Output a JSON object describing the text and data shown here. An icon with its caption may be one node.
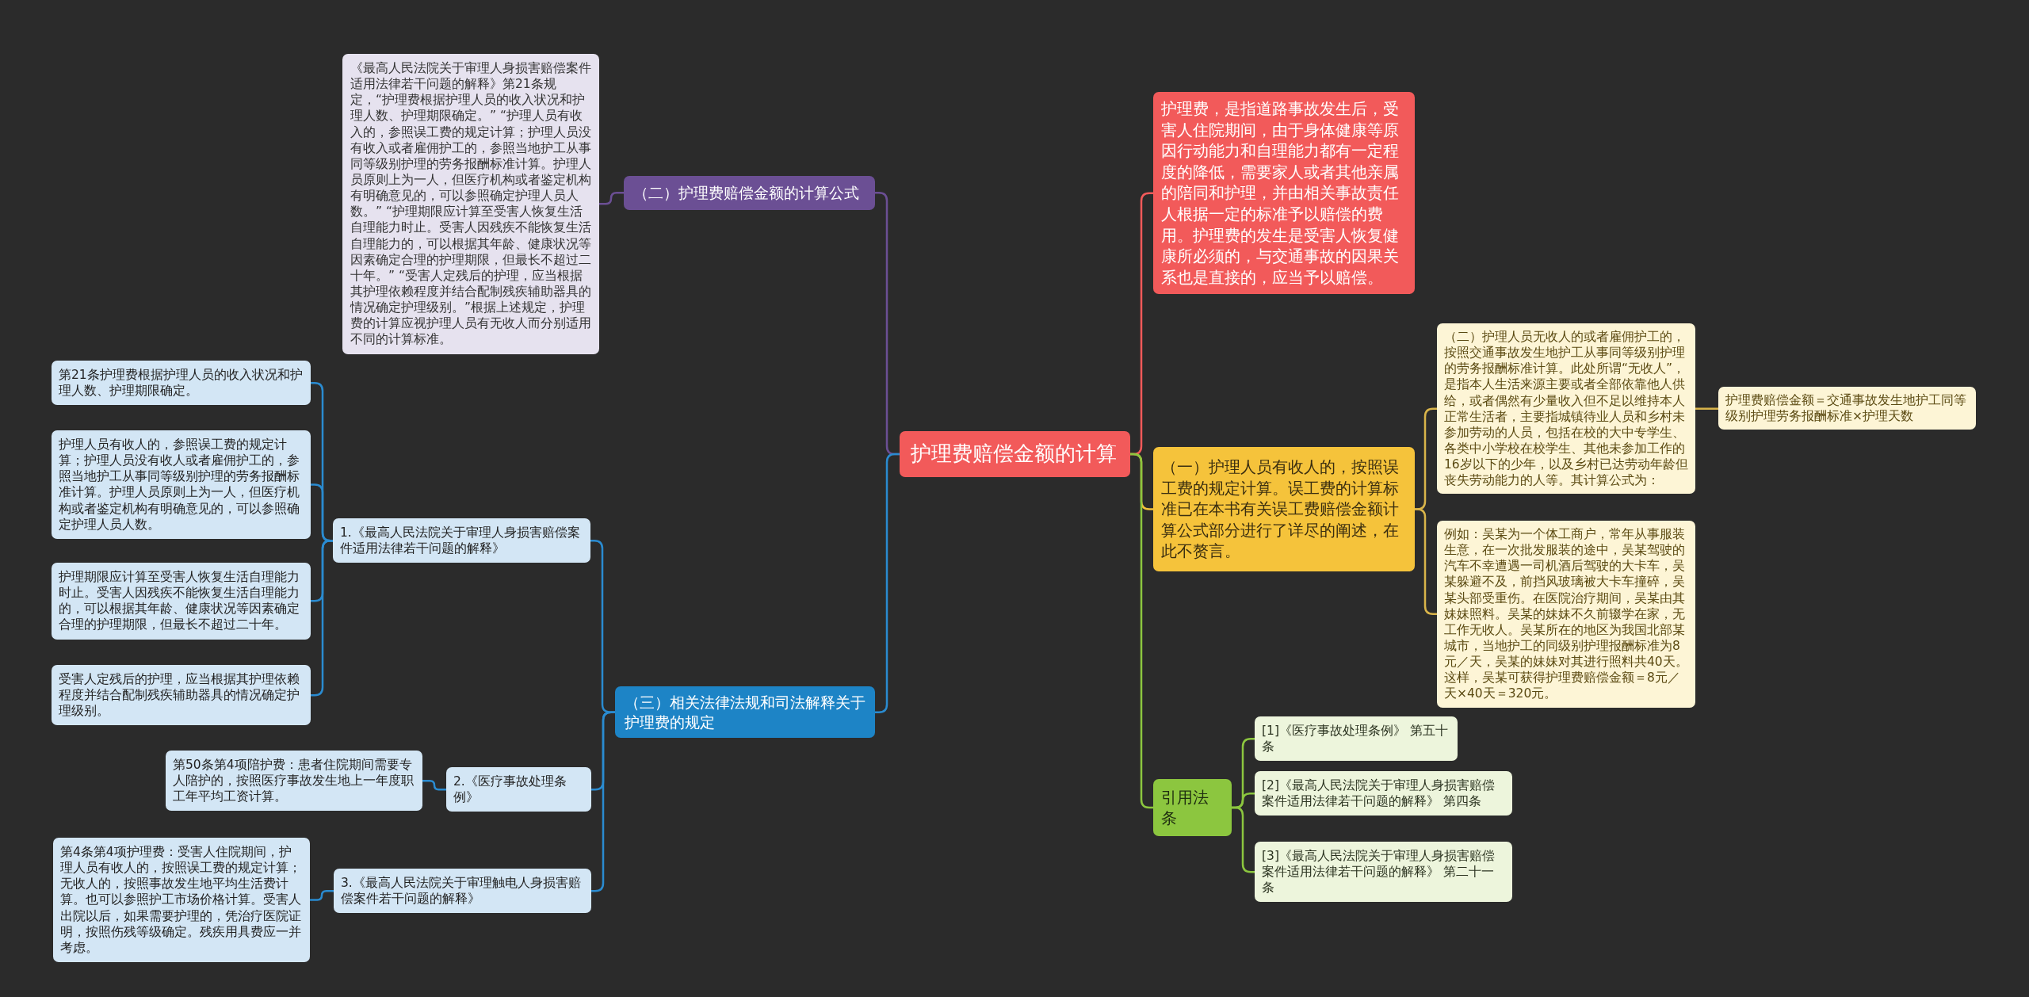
{
  "diagram": {
    "nodes": [
      {
        "text": [
          "护理费赔偿金额的计算"
        ]
      },
      {
        "text": [
          "（二）护理费赔偿金额的计算公式"
        ]
      },
      {
        "text": [
          "《最高人民法院关于审理人身损害赔偿案件适用法律若干问题的解释》第21条规定，“护理费根据护理人员的收入状况和护理人数、护理期限确定。” “护理人员有收入的，参照误工费的规定计算；护理人员没有收入或者雇佣护工的，参照当地护工从事同等级别护理的劳务报酬标准计算。护理人员原则上为一人，但医疗机构或者鉴定机构有明确意见的，可以参照确定护理人员人数。” “护理期限应计算至受害人恢复生活自理能力时止。受害人因残疾不能恢复生活自理能力的，可以根据其年龄、健康状况等因素确定合理的护理期限，但最长不超过二十年。” “受害人定残后的护理，应当根据其护理依赖程度并结合配制残疾辅助器具的情况确定护理级别。”根据上述规定，护理费的计算应视护理人员有无收人而分别适用不同的计算标准。"
        ]
      },
      {
        "text": [
          "（三）相关法律法规和司法解释关于护理费的规定"
        ]
      },
      {
        "text": [
          "1.《最高人民法院关于审理人身损害赔偿案件适用法律若干问题的解释》"
        ]
      },
      {
        "text": [
          "第21条护理费根据护理人员的收入状况和护理人数、护理期限确定。"
        ]
      },
      {
        "text": [
          "护理人员有收人的，参照误工费的规定计算；护理人员没有收人或者雇佣护工的，参照当地护工从事同等级别护理的劳务报酬标准计算。护理人员原则上为一人，但医疗机构或者鉴定机构有明确意见的，可以参照确定护理人员人数。"
        ]
      },
      {
        "text": [
          "护理期限应计算至受害人恢复生活自理能力时止。受害人因残疾不能恢复生活自理能力的，可以根据其年龄、健康状况等因素确定合理的护理期限，但最长不超过二十年。"
        ]
      },
      {
        "text": [
          "受害人定残后的护理，应当根据其护理依赖程度并结合配制残疾辅助器具的情况确定护理级别。"
        ]
      },
      {
        "text": [
          "2.《医疗事故处理条例》"
        ]
      },
      {
        "text": [
          "第50条第4项陪护费：患者住院期间需要专人陪护的，按照医疗事故发生地上一年度职工年平均工资计算。"
        ]
      },
      {
        "text": [
          "3.《最高人民法院关于审理触电人身损害赔偿案件若干问题的解释》"
        ]
      },
      {
        "text": [
          "第4条第4项护理费：受害人住院期间，护理人员有收人的，按照误工费的规定计算；无收人的，按照事故发生地平均生活费计算。也可以参照护工市场价格计算。受害人出院以后，如果需要护理的，凭治疗医院证明，按照伤残等级确定。残疾用具费应一并考虑。"
        ]
      },
      {
        "text": [
          "护理费，是指道路事故发生后，受害人住院期间，由于身体健康等原因行动能力和自理能力都有一定程度的降低，需要家人或者其他亲属的陪同和护理，并由相关事故责任人根据一定的标准予以赔偿的费用。护理费的发生是受害人恢复健康所必须的，与交通事故的因果关系也是直接的，应当予以赔偿。"
        ]
      },
      {
        "text": [
          "（一）护理人员有收人的，按照误工费的规定计算。误工费的计算标准已在本书有关误工费赔偿金额计算公式部分进行了详尽的阐述，在此不赘言。"
        ]
      },
      {
        "text": [
          "（二）护理人员无收人的或者雇佣护工的，按照交通事故发生地护工从事同等级别护理的劳务报酬标准计算。此处所谓“无收人”，是指本人生活来源主要或者全部依靠他人供给，或者偶然有少量收入但不足以维持本人正常生活者，主要指城镇待业人员和乡村未参加劳动的人员，包括在校的大中专学生、各类中小学校在校学生、其他未参加工作的16岁以下的少年，以及乡村已达劳动年龄但丧失劳动能力的人等。其计算公式为："
        ]
      },
      {
        "text": [
          "护理费赔偿金额＝交通事故发生地护工同等级别护理劳务报酬标准×护理天数"
        ]
      },
      {
        "text": [
          "例如：吴某为一个体工商户，常年从事服装生意，在一次批发服装的途中，吴某驾驶的汽车不幸遭遇一司机酒后驾驶的大卡车，吴某躲避不及，前挡风玻璃被大卡车撞碎，吴某头部受重伤。在医院治疗期间，吴某由其妹妹照料。吴某的妹妹不久前辍学在家，无工作无收人。吴某所在的地区为我国北部某城市，当地护工的同级别护理报酬标准为8元／天，吴某的妹妹对其进行照料共40天。这样，吴某可获得护理费赔偿金额＝8元／天×40天＝320元。"
        ]
      },
      {
        "text": [
          "引用法条"
        ]
      },
      {
        "text": [
          "[1]《医疗事故处理条例》 第五十条"
        ]
      },
      {
        "text": [
          "[2]《最高人民法院关于审理人身损害赔偿案件适用法律若干问题的解释》 第四条"
        ]
      },
      {
        "text": [
          "[3]《最高人民法院关于审理人身损害赔偿案件适用法律若干问题的解释》 第二十一条"
        ]
      }
    ],
    "edges": [
      {
        "from": 0,
        "to": 1,
        "arrow": "none",
        "color": "#6b4f94"
      },
      {
        "from": 1,
        "to": 2,
        "arrow": "none",
        "color": "#6b4f94"
      },
      {
        "from": 0,
        "to": 3,
        "arrow": "none"
      },
      {
        "from": 3,
        "to": 4,
        "arrow": "none"
      },
      {
        "from": 4,
        "to": 5,
        "arrow": "none"
      },
      {
        "from": 4,
        "to": 6,
        "arrow": "none"
      },
      {
        "from": 4,
        "to": 7,
        "arrow": "none"
      },
      {
        "from": 4,
        "to": 8,
        "arrow": "none"
      },
      {
        "from": 3,
        "to": 9,
        "arrow": "none"
      },
      {
        "from": 9,
        "to": 10,
        "arrow": "none"
      },
      {
        "from": 3,
        "to": 11,
        "arrow": "none"
      },
      {
        "from": 11,
        "to": 12,
        "arrow": "none"
      },
      {
        "from": 0,
        "to": 13,
        "arrow": "none",
        "color": "#f25a5a"
      },
      {
        "from": 0,
        "to": 14,
        "arrow": "none",
        "color": "#f5c33b"
      },
      {
        "from": 14,
        "to": 15,
        "arrow": "none",
        "color": "#d9b44a"
      },
      {
        "from": 15,
        "to": 16,
        "arrow": "none",
        "color": "#d9b44a"
      },
      {
        "from": 14,
        "to": 17,
        "arrow": "none",
        "color": "#d9b44a"
      },
      {
        "from": 0,
        "to": 18,
        "arrow": "none",
        "color": "#8cc63f"
      },
      {
        "from": 18,
        "to": 19,
        "arrow": "none",
        "color": "#8cc63f"
      },
      {
        "from": 18,
        "to": 20,
        "arrow": "none",
        "color": "#8cc63f"
      },
      {
        "from": 18,
        "to": 21,
        "arrow": "none",
        "color": "#8cc63f"
      }
    ]
  }
}
